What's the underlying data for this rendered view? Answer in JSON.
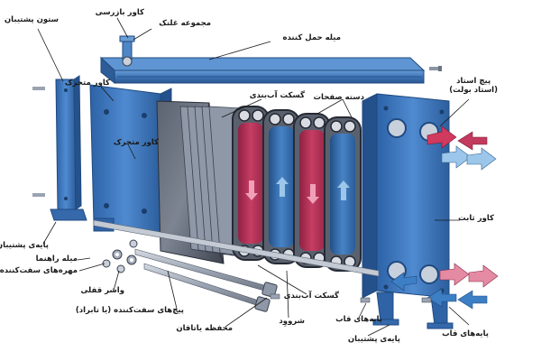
{
  "labels": {
    "support_column": "ستون پشتیبان",
    "inspection_cover": "کاور بازرسی",
    "roller_assembly": "مجموعه غلتک",
    "carrying_bar": "میله حمل کننده",
    "movable_cover": "کاور متحرک",
    "movable_cover_2": "کاور متحرک",
    "gasket_top": "گسکت آب‌بندی",
    "plate_pack": "دسته صفحات",
    "standard_nozzle_line1": "پیچ استاد",
    "standard_nozzle_line2": "(استاد بولت)",
    "fixed_cover": "کاور ثابت",
    "support_foot": "پایه‌ی پشتیبان",
    "guide_bar": "میله راهنما",
    "tightening_nuts": "مهره‌های سفت‌کننده",
    "lock_washer": "واشر قفلی",
    "tightening_bolts": "پیچ‌های سفت‌کننده (یا تابراد)",
    "bearing_guard": "محفظه یاتاقان",
    "gasket_bottom": "گسکت آب‌بندی",
    "inlet": "شرووِد",
    "frame_feet": "پایه‌های قاب",
    "support_foot_bottom": "پایه‌ی پشتیبان",
    "frame_feet_right": "پایه‌های قاب"
  },
  "colors": {
    "frame_blue": "#3a78c0",
    "frame_dark": "#24558f",
    "bar_blue": "#4f86c6",
    "plate_gray": "#8e97a6",
    "hot_red": "#c23a5e",
    "cold_blue": "#3d7fc4",
    "arrow_light_blue": "#9cc6ea",
    "arrow_pink": "#e58aa3",
    "rod_gray": "#a7afbc"
  }
}
